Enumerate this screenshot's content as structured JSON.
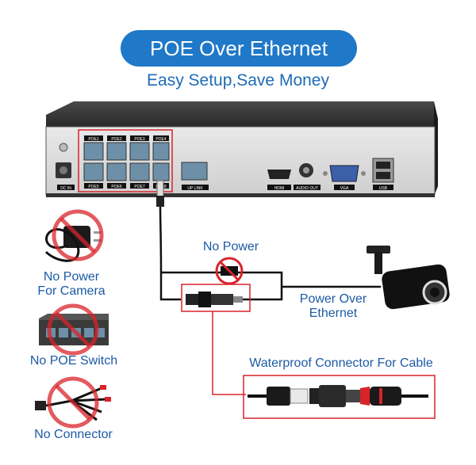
{
  "header": {
    "title": "POE Over Ethernet",
    "subtitle": "Easy Setup,Save Money"
  },
  "colors": {
    "title_bg": "#1f78c8",
    "text_blue": "#1c5aa6",
    "highlight_red": "#d9232a",
    "nvr_body": "#2b2b2b"
  },
  "nvr": {
    "poe_top": [
      "POE1",
      "POE2",
      "POE3",
      "POE4"
    ],
    "poe_bottom": [
      "POE5",
      "POE6",
      "POE7",
      "POE8"
    ],
    "dc_label": "DC IN",
    "uplink_label": "UP LINK",
    "hdmi_label": "HDMI",
    "audio_label": "AUDIO OUT",
    "vga_label": "VGA",
    "usb_label": "USB"
  },
  "labels": {
    "no_power": "No Power",
    "power_over_ethernet": "Power Over\nEthernet",
    "waterproof": "Waterproof Connector For Cable",
    "no_power_camera": "No Power\nFor Camera",
    "no_poe_switch": "No POE Switch",
    "no_connector": "No Connector"
  },
  "icons": [
    "no-sign-icon",
    "power-adapter-icon",
    "network-switch-icon",
    "splitter-cable-icon",
    "bullet-camera-icon"
  ]
}
